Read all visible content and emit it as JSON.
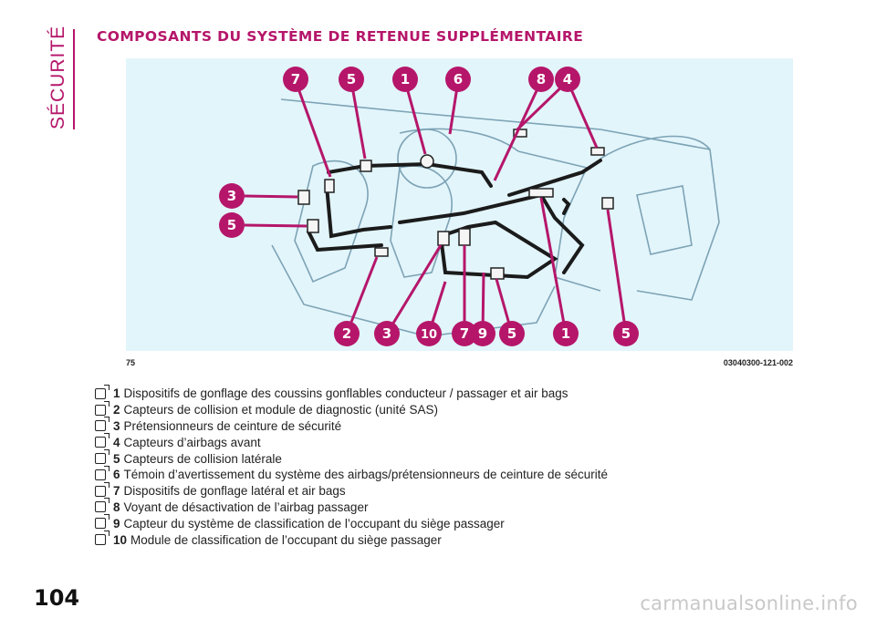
{
  "section_tab": "SÉCURITÉ",
  "title": "COMPOSANTS DU SYSTÈME DE RETENUE SUPPLÉMENTAIRE",
  "figure": {
    "number": "75",
    "code": "03040300-121-002",
    "callouts": [
      "7",
      "5",
      "1",
      "6",
      "8",
      "4",
      "3",
      "5",
      "2",
      "3",
      "10",
      "7",
      "9",
      "5",
      "1",
      "5"
    ]
  },
  "legend": [
    {
      "num": "1",
      "text": "Dispositifs de gonflage des coussins gonflables conducteur  / passager et air bags"
    },
    {
      "num": "2",
      "text": "Capteurs de collision et module de diagnostic (unité SAS)"
    },
    {
      "num": "3",
      "text": "Prétensionneurs de ceinture de sécurité"
    },
    {
      "num": "4",
      "text": "Capteurs d’airbags avant"
    },
    {
      "num": "5",
      "text": "Capteurs de collision latérale"
    },
    {
      "num": "6",
      "text": "Témoin d’avertissement du système des airbags/prétensionneurs de ceinture de sécurité"
    },
    {
      "num": "7",
      "text": "Dispositifs de gonflage latéral et air bags"
    },
    {
      "num": "8",
      "text": "Voyant de désactivation de l’airbag passager"
    },
    {
      "num": "9",
      "text": "Capteur du système de classification de l’occupant du siège passager"
    },
    {
      "num": "10",
      "text": "Module de classification de l’occupant du siège passager"
    }
  ],
  "page_number": "104",
  "watermark": "carmanualsonline.info",
  "colors": {
    "accent": "#b5166a",
    "figure_bg": "#e2f5fb"
  }
}
